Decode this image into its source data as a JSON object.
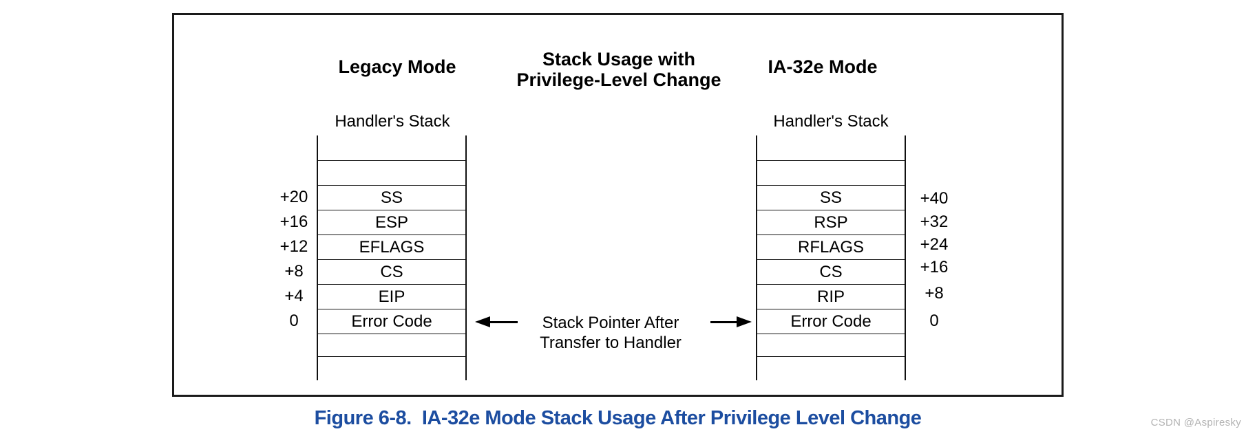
{
  "diagram": {
    "legacy_heading": "Legacy Mode",
    "center_heading_line1": "Stack Usage with",
    "center_heading_line2": "Privilege-Level Change",
    "ia32e_heading": "IA-32e Mode",
    "left_stack": {
      "title": "Handler's Stack",
      "rows": [
        "SS",
        "ESP",
        "EFLAGS",
        "CS",
        "EIP",
        "Error Code"
      ],
      "offsets": [
        "+20",
        "+16",
        "+12",
        "+8",
        "+4",
        "0"
      ]
    },
    "right_stack": {
      "title": "Handler's Stack",
      "rows": [
        "SS",
        "RSP",
        "RFLAGS",
        "CS",
        "RIP",
        "Error Code"
      ],
      "offsets": [
        "+40",
        "+32",
        "+24",
        "+16",
        "+8",
        "0"
      ]
    },
    "pointer_label_line1": "Stack Pointer After",
    "pointer_label_line2": "Transfer to Handler"
  },
  "caption": "Figure 6-8.  IA-32e Mode Stack Usage After Privilege Level Change",
  "watermark": "CSDN @Aspiresky",
  "colors": {
    "caption_blue": "#1c4da0",
    "line_black": "#111111",
    "watermark_gray": "#b3b3b3"
  }
}
